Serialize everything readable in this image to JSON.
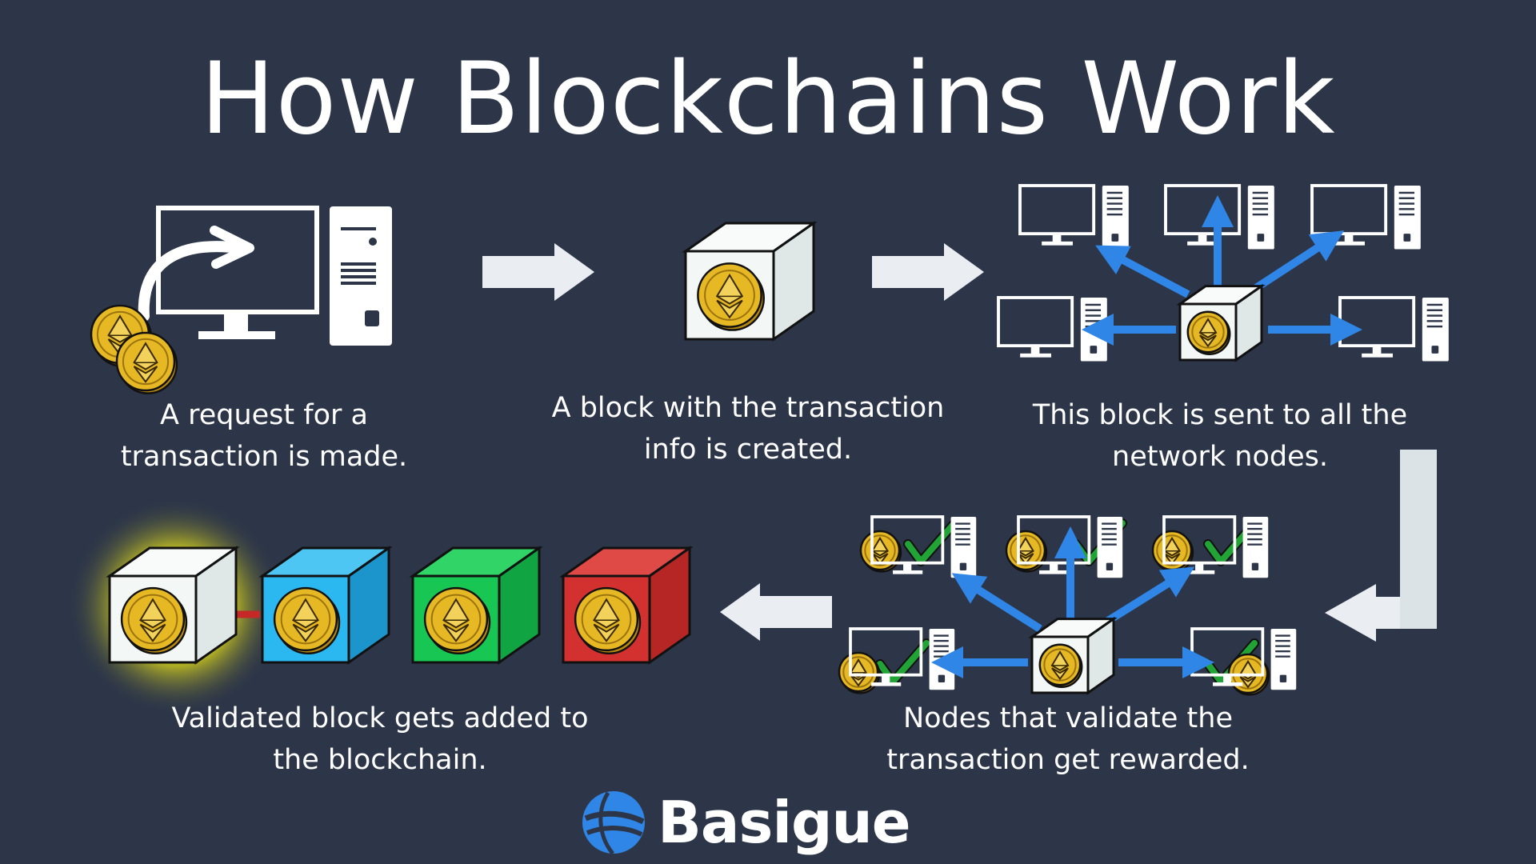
{
  "title": "How Blockchains Work",
  "steps": [
    {
      "caption": "A request for a\ntransaction is made."
    },
    {
      "caption": "A block with the transaction\ninfo is created."
    },
    {
      "caption": "This block is sent to all the\nnetwork nodes."
    },
    {
      "caption": "Validated block gets added to\nthe blockchain."
    },
    {
      "caption": "Nodes that validate the\ntransaction get rewarded."
    }
  ],
  "brand": {
    "name": "Basigue",
    "logo_icon": "globe-icon"
  },
  "colors": {
    "background": "#2d3648",
    "arrow_blue": "#2f86e6",
    "flow_arrow": "#eaeef2",
    "coin": "#e6b823",
    "check": "#22a336",
    "chain_link": "#c62828",
    "highlight": "#e8e31c",
    "block_white": "#f3f7f6",
    "block_blue": "#2bb7f0",
    "block_green": "#17c653",
    "block_red": "#d3312f"
  }
}
